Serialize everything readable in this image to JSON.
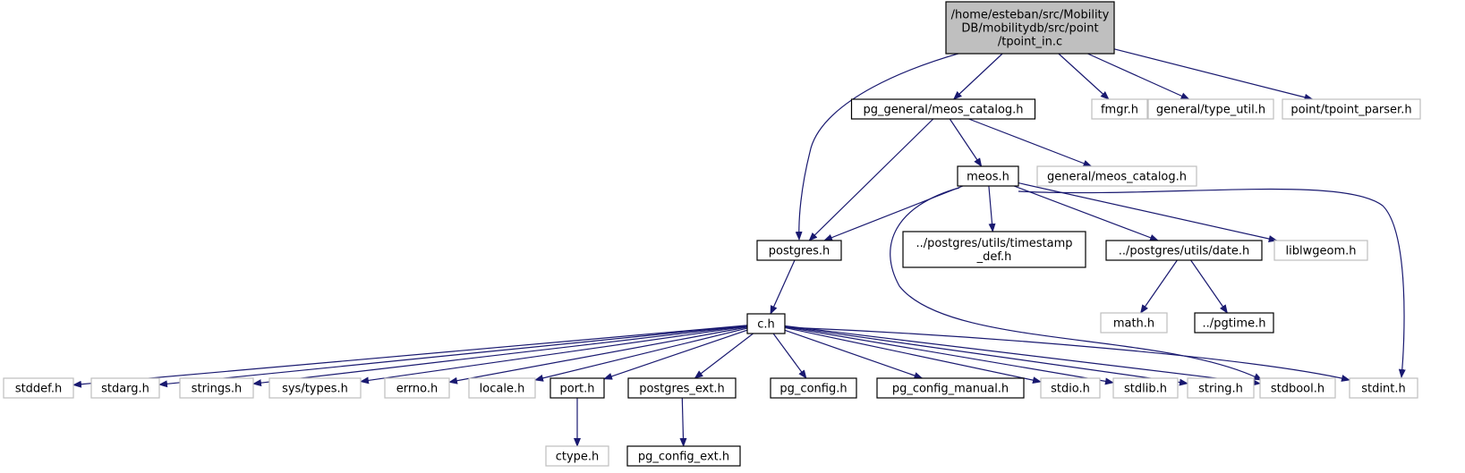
{
  "graph": {
    "colors": {
      "edge": "#191970",
      "root_fill": "#bfbfbf",
      "documented_border": "#000000",
      "external_border": "#bfbfbf"
    },
    "nodes": {
      "root": {
        "lines": [
          "/home/esteban/src/Mobility",
          "DB/mobilitydb/src/point",
          "/tpoint_in.c"
        ],
        "kind": "root"
      },
      "meos_catalog_pg": {
        "lines": [
          "pg_general/meos_catalog.h"
        ],
        "kind": "doc"
      },
      "fmgr": {
        "lines": [
          "fmgr.h"
        ],
        "kind": "ext"
      },
      "type_util": {
        "lines": [
          "general/type_util.h"
        ],
        "kind": "ext"
      },
      "tpoint_parser": {
        "lines": [
          "point/tpoint_parser.h"
        ],
        "kind": "ext"
      },
      "meos": {
        "lines": [
          "meos.h"
        ],
        "kind": "doc"
      },
      "meos_catalog_gen": {
        "lines": [
          "general/meos_catalog.h"
        ],
        "kind": "ext"
      },
      "postgres": {
        "lines": [
          "postgres.h"
        ],
        "kind": "doc"
      },
      "timestamp_def": {
        "lines": [
          "../postgres/utils/timestamp",
          "_def.h"
        ],
        "kind": "doc"
      },
      "date": {
        "lines": [
          "../postgres/utils/date.h"
        ],
        "kind": "doc"
      },
      "liblwgeom": {
        "lines": [
          "liblwgeom.h"
        ],
        "kind": "ext"
      },
      "math": {
        "lines": [
          "math.h"
        ],
        "kind": "ext"
      },
      "pgtime": {
        "lines": [
          "../pgtime.h"
        ],
        "kind": "doc"
      },
      "c": {
        "lines": [
          "c.h"
        ],
        "kind": "doc"
      },
      "stddef": {
        "lines": [
          "stddef.h"
        ],
        "kind": "ext"
      },
      "stdarg": {
        "lines": [
          "stdarg.h"
        ],
        "kind": "ext"
      },
      "strings": {
        "lines": [
          "strings.h"
        ],
        "kind": "ext"
      },
      "systypes": {
        "lines": [
          "sys/types.h"
        ],
        "kind": "ext"
      },
      "errno": {
        "lines": [
          "errno.h"
        ],
        "kind": "ext"
      },
      "locale": {
        "lines": [
          "locale.h"
        ],
        "kind": "ext"
      },
      "port": {
        "lines": [
          "port.h"
        ],
        "kind": "doc"
      },
      "postgres_ext": {
        "lines": [
          "postgres_ext.h"
        ],
        "kind": "doc"
      },
      "pg_config": {
        "lines": [
          "pg_config.h"
        ],
        "kind": "doc"
      },
      "pg_config_manual": {
        "lines": [
          "pg_config_manual.h"
        ],
        "kind": "doc"
      },
      "stdio": {
        "lines": [
          "stdio.h"
        ],
        "kind": "ext"
      },
      "stdlib": {
        "lines": [
          "stdlib.h"
        ],
        "kind": "ext"
      },
      "string": {
        "lines": [
          "string.h"
        ],
        "kind": "ext"
      },
      "stdbool": {
        "lines": [
          "stdbool.h"
        ],
        "kind": "ext"
      },
      "stdint": {
        "lines": [
          "stdint.h"
        ],
        "kind": "ext"
      },
      "ctype": {
        "lines": [
          "ctype.h"
        ],
        "kind": "ext"
      },
      "pg_config_ext": {
        "lines": [
          "pg_config_ext.h"
        ],
        "kind": "doc"
      }
    },
    "edges": [
      [
        "root",
        "meos_catalog_pg"
      ],
      [
        "root",
        "fmgr"
      ],
      [
        "root",
        "type_util"
      ],
      [
        "root",
        "tpoint_parser"
      ],
      [
        "root",
        "postgres"
      ],
      [
        "meos_catalog_pg",
        "meos"
      ],
      [
        "meos_catalog_pg",
        "meos_catalog_gen"
      ],
      [
        "meos_catalog_pg",
        "postgres"
      ],
      [
        "meos",
        "postgres"
      ],
      [
        "meos",
        "timestamp_def"
      ],
      [
        "meos",
        "date"
      ],
      [
        "meos",
        "liblwgeom"
      ],
      [
        "meos",
        "stdint"
      ],
      [
        "meos",
        "stdbool"
      ],
      [
        "postgres",
        "c"
      ],
      [
        "date",
        "math"
      ],
      [
        "date",
        "pgtime"
      ],
      [
        "c",
        "stddef"
      ],
      [
        "c",
        "stdarg"
      ],
      [
        "c",
        "strings"
      ],
      [
        "c",
        "systypes"
      ],
      [
        "c",
        "errno"
      ],
      [
        "c",
        "locale"
      ],
      [
        "c",
        "port"
      ],
      [
        "c",
        "postgres_ext"
      ],
      [
        "c",
        "pg_config"
      ],
      [
        "c",
        "pg_config_manual"
      ],
      [
        "c",
        "stdio"
      ],
      [
        "c",
        "stdlib"
      ],
      [
        "c",
        "string"
      ],
      [
        "c",
        "stdbool"
      ],
      [
        "c",
        "stdint"
      ],
      [
        "port",
        "ctype"
      ],
      [
        "postgres_ext",
        "pg_config_ext"
      ]
    ]
  }
}
